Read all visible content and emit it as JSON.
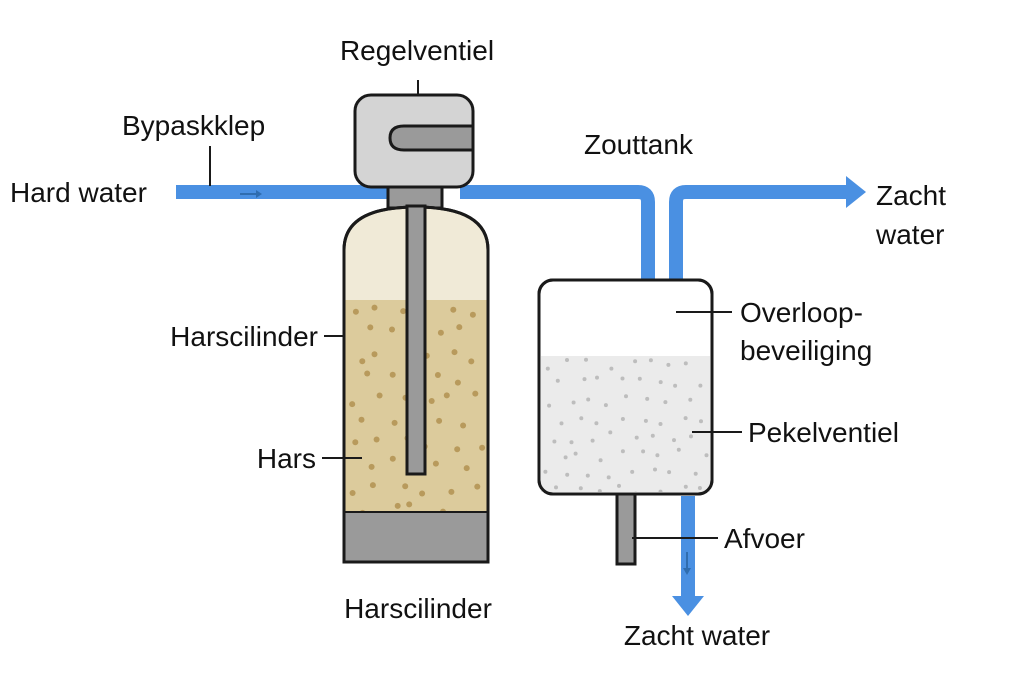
{
  "labels": {
    "control_valve": "Regelventiel",
    "bypass_valve": "Bypaskklep",
    "hard_water": "Hard water",
    "salt_tank": "Zouttank",
    "soft_water_right_line1": "Zacht",
    "soft_water_right_line2": "water",
    "resin_cylinder_side": "Harscilinder",
    "resin": "Hars",
    "resin_cylinder_bottom": "Harscilinder",
    "overflow_line1": "Overloop-",
    "overflow_line2": "beveiliging",
    "brine_valve": "Pekelventiel",
    "drain": "Afvoer",
    "soft_water_bottom": "Zacht water"
  },
  "colors": {
    "water": "#4a90e2",
    "resin": "#dccb9c",
    "resin_dot": "#b89a5c",
    "tank_top": "#f0ead7",
    "brine": "#ebebeb",
    "brine_dot": "#bdbdbd",
    "valve": "#d4d4d4",
    "metal": "#9a9a9a",
    "outline": "#1a1a1a"
  }
}
